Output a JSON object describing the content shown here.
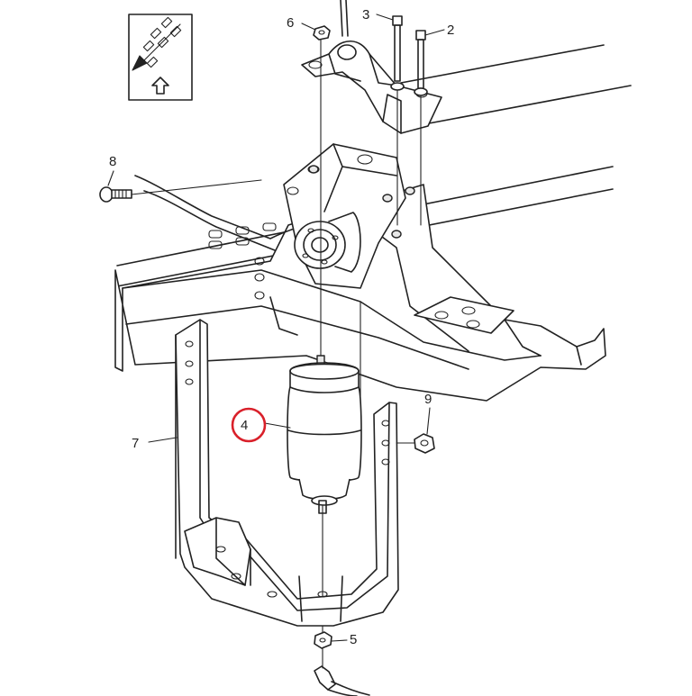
{
  "callouts": {
    "c2": "2",
    "c3": "3",
    "c4": "4",
    "c5": "5",
    "c6": "6",
    "c7": "7",
    "c8": "8",
    "c9": "9"
  },
  "highlight": {
    "callout": "4",
    "color": "#d9202a"
  },
  "icons": {
    "orientation": "vehicle-direction-arrow-icon"
  },
  "colors": {
    "line": "#222222",
    "background": "#ffffff"
  }
}
